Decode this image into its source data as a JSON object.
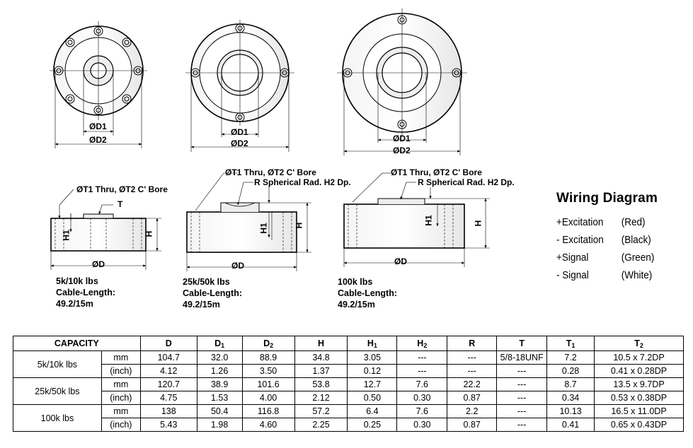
{
  "drawing": {
    "dims": {
      "d1": "ØD1",
      "d2": "ØD2",
      "d": "ØD",
      "h": "H",
      "h1": "H1",
      "t": "T"
    },
    "bore_labels": {
      "small": "ØT1 Thru, ØT2 C' Bore",
      "mid": "ØT1 Thru, ØT2 C' Bore",
      "large": "ØT1 Thru, ØT2 C' Bore"
    },
    "spherical_labels": {
      "mid": "R Spherical Rad. H2 Dp.",
      "large": "R Spherical Rad. H2 Dp."
    },
    "captions": [
      {
        "capacity": "5k/10k lbs",
        "cable_label": "Cable-Length:",
        "cable_value": "49.2/15m"
      },
      {
        "capacity": "25k/50k lbs",
        "cable_label": "Cable-Length:",
        "cable_value": "49.2/15m"
      },
      {
        "capacity": "100k lbs",
        "cable_label": "Cable-Length:",
        "cable_value": "49.2/15m"
      }
    ]
  },
  "wiring": {
    "title": "Wiring  Diagram",
    "rows": [
      {
        "signal": "+Excitation",
        "color": "(Red)"
      },
      {
        "signal": "- Excitation",
        "color": "(Black)"
      },
      {
        "signal": "+Signal",
        "color": "(Green)"
      },
      {
        "signal": "- Signal",
        "color": "(White)"
      }
    ]
  },
  "table": {
    "headers": {
      "capacity": "CAPACITY",
      "d": "D",
      "d1": "D",
      "d1_sub": "1",
      "d2": "D",
      "d2_sub": "2",
      "h": "H",
      "h1": "H",
      "h1_sub": "1",
      "h2": "H",
      "h2_sub": "2",
      "r": "R",
      "t": "T",
      "t1": "T",
      "t1_sub": "1",
      "t2": "T",
      "t2_sub": "2"
    },
    "rows": [
      {
        "capacity": "5k/10k lbs",
        "unit": "mm",
        "values": [
          "104.7",
          "32.0",
          "88.9",
          "34.8",
          "3.05",
          "---",
          "---",
          "5/8-18UNF",
          "7.2",
          "10.5 x 7.2DP"
        ]
      },
      {
        "capacity": "",
        "unit": "(inch)",
        "values": [
          "4.12",
          "1.26",
          "3.50",
          "1.37",
          "0.12",
          "---",
          "---",
          "---",
          "0.28",
          "0.41 x 0.28DP"
        ]
      },
      {
        "capacity": "25k/50k lbs",
        "unit": "mm",
        "values": [
          "120.7",
          "38.9",
          "101.6",
          "53.8",
          "12.7",
          "7.6",
          "22.2",
          "---",
          "8.7",
          "13.5 x 9.7DP"
        ]
      },
      {
        "capacity": "",
        "unit": "(inch)",
        "values": [
          "4.75",
          "1.53",
          "4.00",
          "2.12",
          "0.50",
          "0.30",
          "0.87",
          "---",
          "0.34",
          "0.53 x 0.38DP"
        ]
      },
      {
        "capacity": "100k lbs",
        "unit": "mm",
        "values": [
          "138",
          "50.4",
          "116.8",
          "57.2",
          "6.4",
          "7.6",
          "2.2",
          "---",
          "10.13",
          "16.5 x 11.0DP"
        ]
      },
      {
        "capacity": "",
        "unit": "(inch)",
        "values": [
          "5.43",
          "1.98",
          "4.60",
          "2.25",
          "0.25",
          "0.30",
          "0.87",
          "---",
          "0.41",
          "0.65 x 0.43DP"
        ]
      }
    ]
  }
}
